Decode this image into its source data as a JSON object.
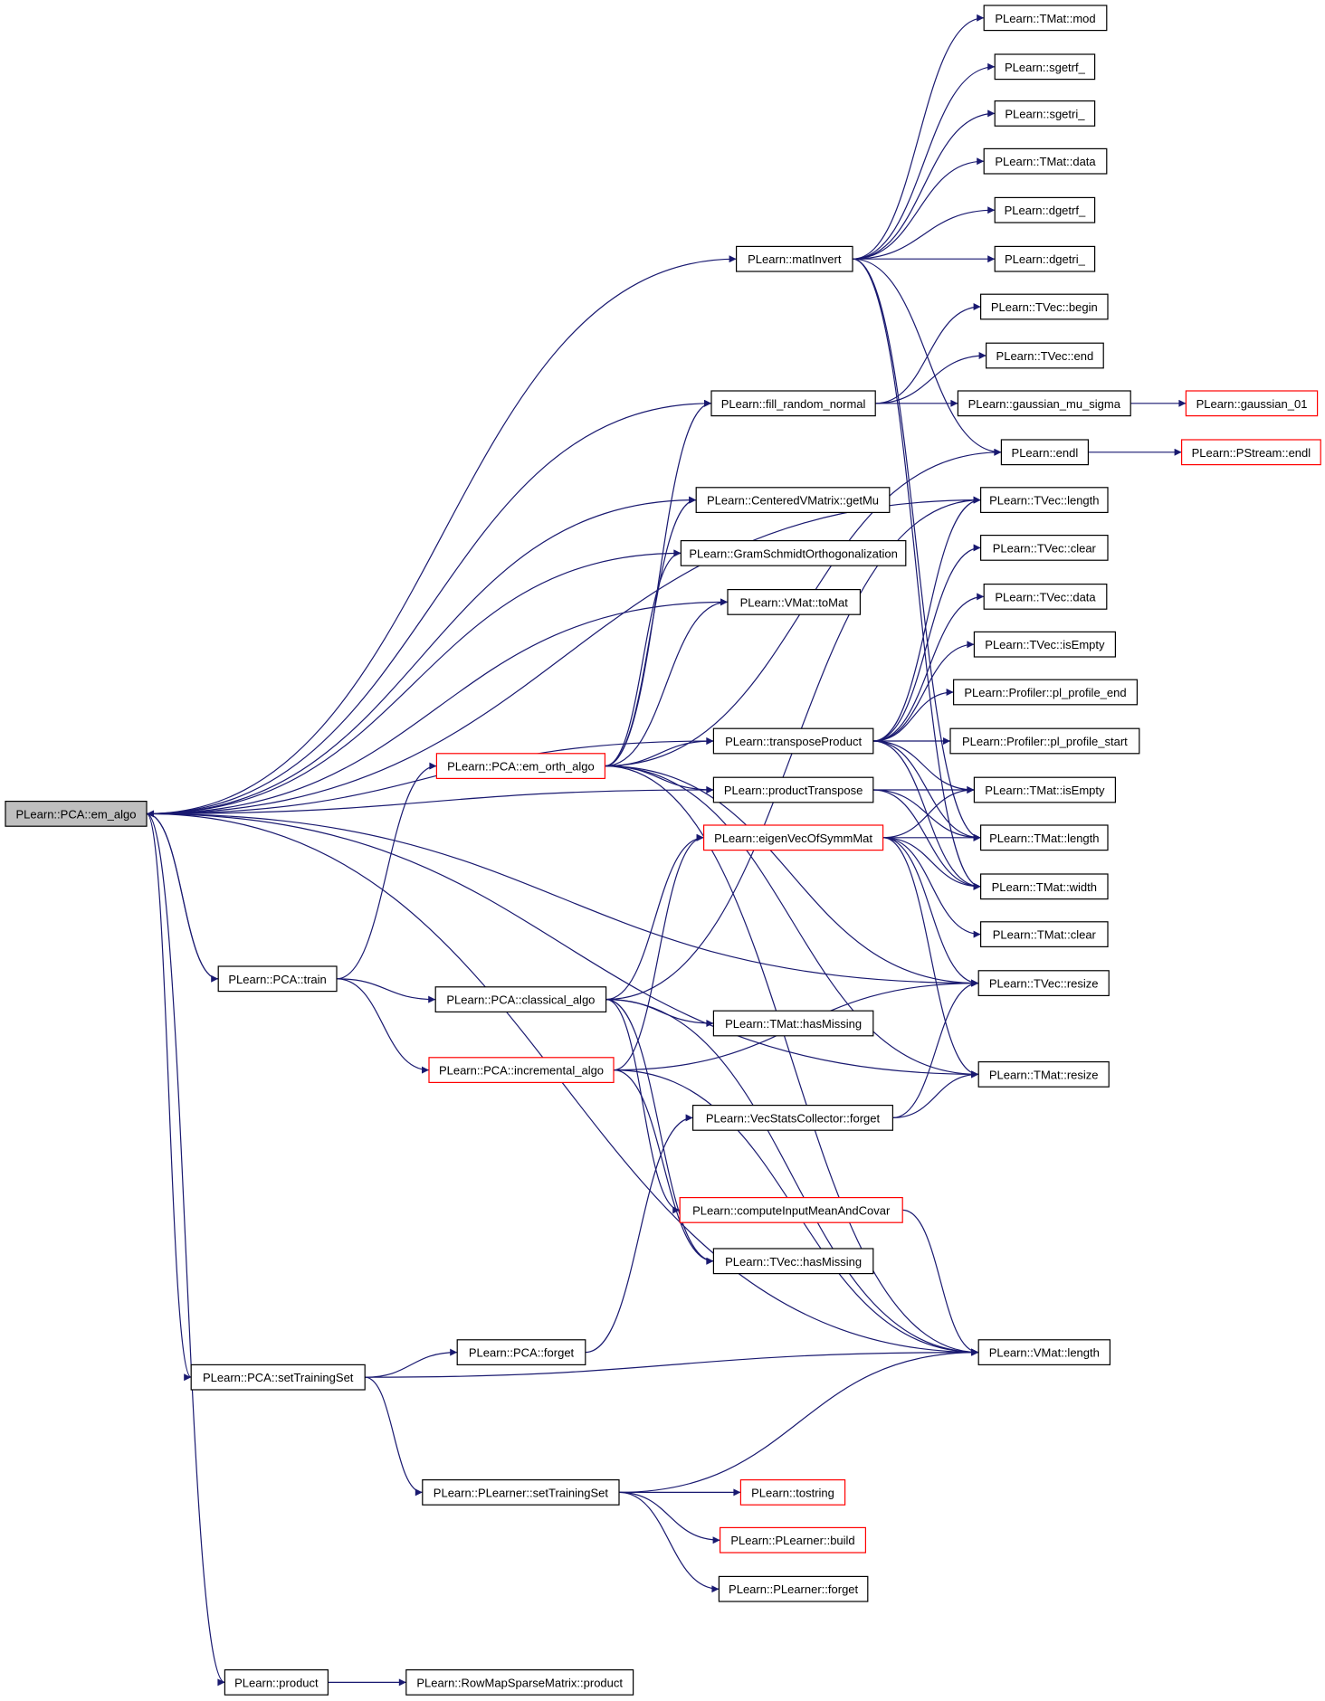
{
  "graph": {
    "edge_color": "#191970",
    "node_border": "#000000",
    "node_border_truncated": "#ff0000",
    "root_fill": "#bfbfbf",
    "nodes": [
      {
        "id": "n0",
        "label": "PLearn::PCA::em_algo",
        "root": true
      },
      {
        "id": "n1",
        "label": "PLearn::TMat::mod"
      },
      {
        "id": "n2",
        "label": "PLearn::sgetrf_"
      },
      {
        "id": "n3",
        "label": "PLearn::sgetri_"
      },
      {
        "id": "n4",
        "label": "PLearn::TMat::data"
      },
      {
        "id": "n5",
        "label": "PLearn::dgetrf_"
      },
      {
        "id": "n6",
        "label": "PLearn::dgetri_"
      },
      {
        "id": "n7",
        "label": "PLearn::matInvert"
      },
      {
        "id": "n8",
        "label": "PLearn::TVec::begin"
      },
      {
        "id": "n9",
        "label": "PLearn::TVec::end"
      },
      {
        "id": "n10",
        "label": "PLearn::fill_random_normal"
      },
      {
        "id": "n11",
        "label": "PLearn::gaussian_mu_sigma"
      },
      {
        "id": "n12",
        "label": "PLearn::gaussian_01",
        "red": true
      },
      {
        "id": "n13",
        "label": "PLearn::endl"
      },
      {
        "id": "n14",
        "label": "PLearn::PStream::endl",
        "red": true
      },
      {
        "id": "n15",
        "label": "PLearn::CenteredVMatrix::getMu"
      },
      {
        "id": "n16",
        "label": "PLearn::TVec::length"
      },
      {
        "id": "n17",
        "label": "PLearn::GramSchmidtOrthogonalization"
      },
      {
        "id": "n18",
        "label": "PLearn::TVec::clear"
      },
      {
        "id": "n19",
        "label": "PLearn::VMat::toMat"
      },
      {
        "id": "n20",
        "label": "PLearn::TVec::data"
      },
      {
        "id": "n21",
        "label": "PLearn::TVec::isEmpty"
      },
      {
        "id": "n22",
        "label": "PLearn::Profiler::pl_profile_end"
      },
      {
        "id": "n23",
        "label": "PLearn::transposeProduct"
      },
      {
        "id": "n24",
        "label": "PLearn::Profiler::pl_profile_start"
      },
      {
        "id": "n25",
        "label": "PLearn::PCA::em_orth_algo",
        "red": true
      },
      {
        "id": "n26",
        "label": "PLearn::productTranspose"
      },
      {
        "id": "n27",
        "label": "PLearn::TMat::isEmpty"
      },
      {
        "id": "n28",
        "label": "PLearn::eigenVecOfSymmMat",
        "red": true
      },
      {
        "id": "n29",
        "label": "PLearn::TMat::length"
      },
      {
        "id": "n30",
        "label": "PLearn::TMat::width"
      },
      {
        "id": "n31",
        "label": "PLearn::TMat::clear"
      },
      {
        "id": "n32",
        "label": "PLearn::PCA::train"
      },
      {
        "id": "n33",
        "label": "PLearn::PCA::classical_algo"
      },
      {
        "id": "n34",
        "label": "PLearn::TVec::resize"
      },
      {
        "id": "n35",
        "label": "PLearn::TMat::hasMissing"
      },
      {
        "id": "n36",
        "label": "PLearn::PCA::incremental_algo",
        "red": true
      },
      {
        "id": "n37",
        "label": "PLearn::TMat::resize"
      },
      {
        "id": "n38",
        "label": "PLearn::VecStatsCollector::forget"
      },
      {
        "id": "n39",
        "label": "PLearn::computeInputMeanAndCovar",
        "red": true
      },
      {
        "id": "n40",
        "label": "PLearn::TVec::hasMissing"
      },
      {
        "id": "n41",
        "label": "PLearn::PCA::forget"
      },
      {
        "id": "n42",
        "label": "PLearn::PCA::setTrainingSet"
      },
      {
        "id": "n43",
        "label": "PLearn::VMat::length"
      },
      {
        "id": "n44",
        "label": "PLearn::PLearner::setTrainingSet"
      },
      {
        "id": "n45",
        "label": "PLearn::tostring",
        "red": true
      },
      {
        "id": "n46",
        "label": "PLearn::PLearner::build",
        "red": true
      },
      {
        "id": "n47",
        "label": "PLearn::PLearner::forget"
      },
      {
        "id": "n48",
        "label": "PLearn::product"
      },
      {
        "id": "n49",
        "label": "PLearn::RowMapSparseMatrix::product"
      }
    ],
    "edges": [
      [
        "n0",
        "n7"
      ],
      [
        "n0",
        "n10"
      ],
      [
        "n0",
        "n15"
      ],
      [
        "n0",
        "n16"
      ],
      [
        "n0",
        "n17"
      ],
      [
        "n0",
        "n19"
      ],
      [
        "n0",
        "n23"
      ],
      [
        "n0",
        "n26"
      ],
      [
        "n0",
        "n34"
      ],
      [
        "n0",
        "n37"
      ],
      [
        "n0",
        "n32"
      ],
      [
        "n0",
        "n42"
      ],
      [
        "n0",
        "n43"
      ],
      [
        "n0",
        "n48"
      ],
      [
        "n7",
        "n1"
      ],
      [
        "n7",
        "n2"
      ],
      [
        "n7",
        "n3"
      ],
      [
        "n7",
        "n4"
      ],
      [
        "n7",
        "n5"
      ],
      [
        "n7",
        "n6"
      ],
      [
        "n7",
        "n13"
      ],
      [
        "n7",
        "n29"
      ],
      [
        "n7",
        "n30"
      ],
      [
        "n10",
        "n8"
      ],
      [
        "n10",
        "n9"
      ],
      [
        "n10",
        "n11"
      ],
      [
        "n11",
        "n12"
      ],
      [
        "n13",
        "n14"
      ],
      [
        "n23",
        "n16"
      ],
      [
        "n23",
        "n18"
      ],
      [
        "n23",
        "n20"
      ],
      [
        "n23",
        "n21"
      ],
      [
        "n23",
        "n22"
      ],
      [
        "n23",
        "n24"
      ],
      [
        "n23",
        "n27"
      ],
      [
        "n23",
        "n29"
      ],
      [
        "n23",
        "n30"
      ],
      [
        "n25",
        "n10"
      ],
      [
        "n25",
        "n15"
      ],
      [
        "n25",
        "n17"
      ],
      [
        "n25",
        "n19"
      ],
      [
        "n25",
        "n23"
      ],
      [
        "n25",
        "n26"
      ],
      [
        "n25",
        "n13"
      ],
      [
        "n25",
        "n34"
      ],
      [
        "n25",
        "n37"
      ],
      [
        "n25",
        "n43"
      ],
      [
        "n26",
        "n27"
      ],
      [
        "n26",
        "n29"
      ],
      [
        "n26",
        "n30"
      ],
      [
        "n28",
        "n27"
      ],
      [
        "n28",
        "n29"
      ],
      [
        "n28",
        "n30"
      ],
      [
        "n28",
        "n31"
      ],
      [
        "n28",
        "n34"
      ],
      [
        "n28",
        "n37"
      ],
      [
        "n32",
        "n0"
      ],
      [
        "n32",
        "n25"
      ],
      [
        "n32",
        "n33"
      ],
      [
        "n32",
        "n36"
      ],
      [
        "n33",
        "n16"
      ],
      [
        "n33",
        "n28"
      ],
      [
        "n33",
        "n35"
      ],
      [
        "n33",
        "n39"
      ],
      [
        "n33",
        "n40"
      ],
      [
        "n33",
        "n43"
      ],
      [
        "n36",
        "n28"
      ],
      [
        "n36",
        "n34"
      ],
      [
        "n36",
        "n40"
      ],
      [
        "n36",
        "n43"
      ],
      [
        "n38",
        "n34"
      ],
      [
        "n38",
        "n37"
      ],
      [
        "n39",
        "n43"
      ],
      [
        "n41",
        "n38"
      ],
      [
        "n42",
        "n41"
      ],
      [
        "n42",
        "n43"
      ],
      [
        "n42",
        "n44"
      ],
      [
        "n44",
        "n43"
      ],
      [
        "n44",
        "n45"
      ],
      [
        "n44",
        "n46"
      ],
      [
        "n44",
        "n47"
      ],
      [
        "n48",
        "n49"
      ]
    ]
  }
}
